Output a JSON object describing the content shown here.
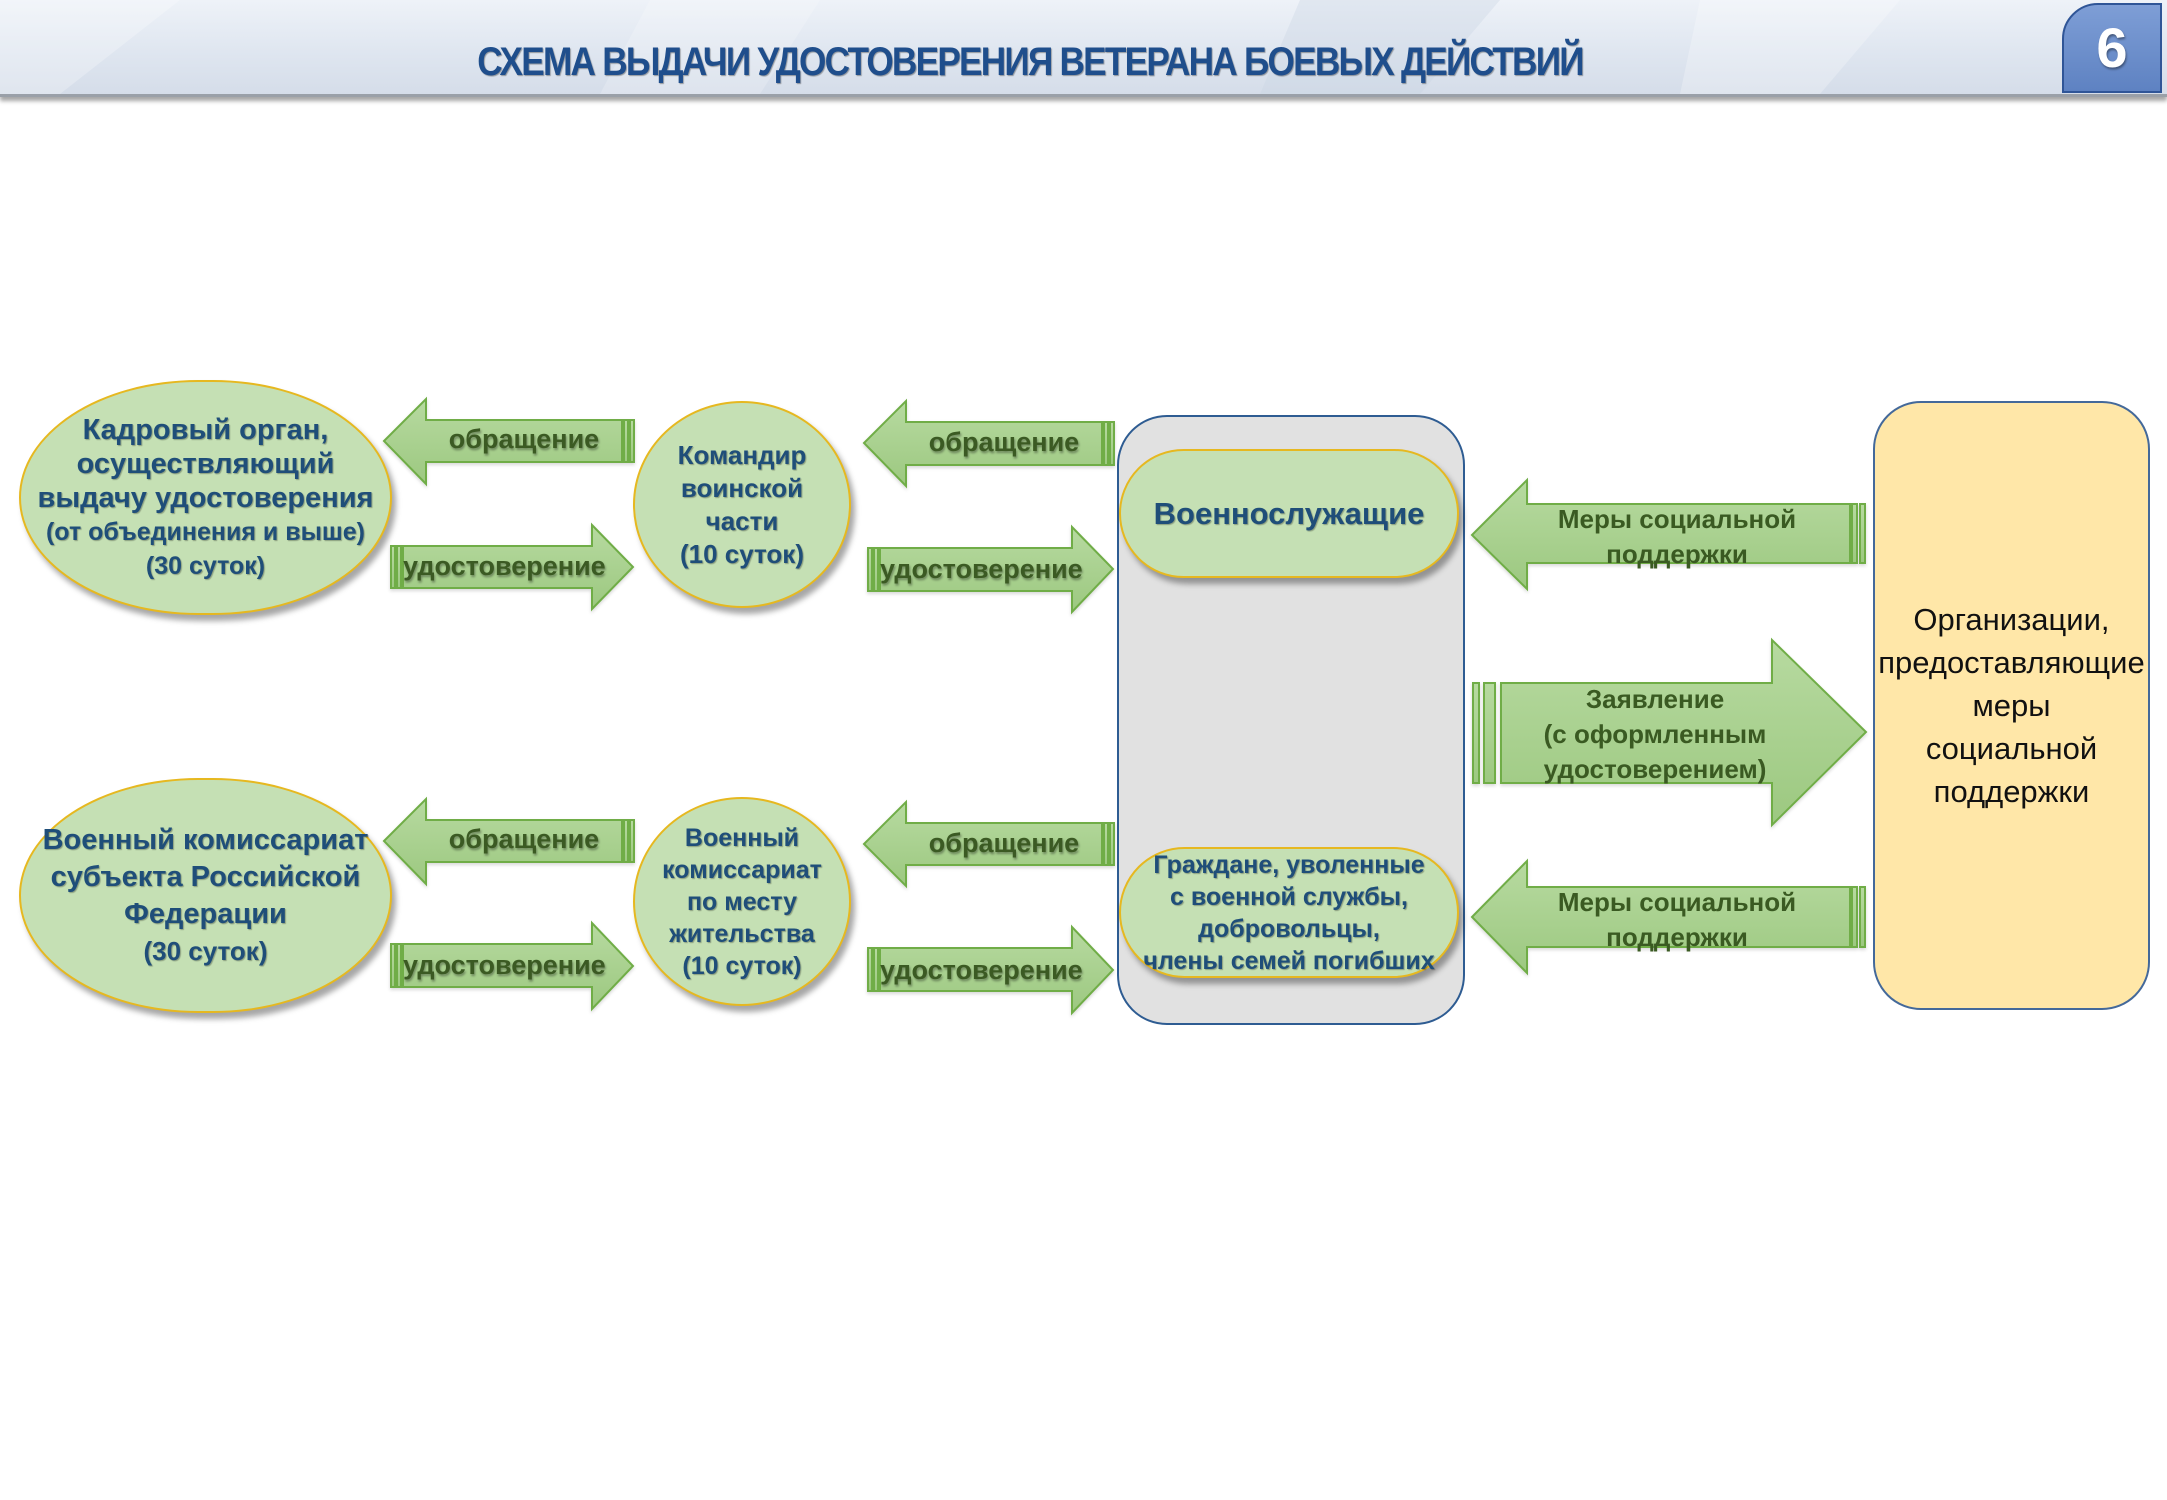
{
  "header": {
    "title": "СХЕМА ВЫДАЧИ УДОСТОВЕРЕНИЯ ВЕТЕРАНА БОЕВЫХ ДЕЙСТВИЙ",
    "slide_number": "6"
  },
  "colors": {
    "node_fill": "#c5e0b4",
    "node_border": "#e6b820",
    "node_text": "#1f4e79",
    "arrow_fill": "#a9d18e",
    "arrow_border": "#70ad47",
    "arrow_text": "#3b5a23",
    "container_fill": "#e1e1e1",
    "container_border": "#2e5c92",
    "org_fill": "#ffe7a8",
    "badge_fill": "#6e8fcc",
    "title_color": "#1f4e8c"
  },
  "nodes": {
    "personnel_body": [
      "Кадровый орган,",
      "осуществляющий",
      "выдачу удостоверения",
      "(от объединения и выше)",
      "(30 суток)"
    ],
    "unit_commander": [
      "Командир",
      "воинской",
      "части",
      "(10 суток)"
    ],
    "regional_commissariat": [
      "Военный комиссариат",
      "субъекта Российской",
      "Федерации",
      "(30 суток)"
    ],
    "local_commissariat": [
      "Военный",
      "комиссариат",
      "по месту",
      "жительства",
      "(10 суток)"
    ],
    "servicemen": "Военнослужащие",
    "citizens": [
      "Граждане, уволенные",
      "с военной службы,",
      "добровольцы,",
      "члены семей погибших"
    ],
    "organizations": [
      "Организации,",
      "предоставляющие",
      "меры",
      "социальной",
      "поддержки"
    ]
  },
  "arrows": {
    "top_left_request": "обращение",
    "top_left_certificate": "удостоверение",
    "top_mid_request": "обращение",
    "top_mid_certificate": "удостоверение",
    "bottom_left_request": "обращение",
    "bottom_left_certificate": "удостоверение",
    "bottom_mid_request": "обращение",
    "bottom_mid_certificate": "удостоверение",
    "support_top": [
      "Меры социальной",
      "поддержки"
    ],
    "application": [
      "Заявление",
      "(с оформленным",
      "удостоверением)"
    ],
    "support_bottom": [
      "Меры социальной",
      "поддержки"
    ]
  }
}
